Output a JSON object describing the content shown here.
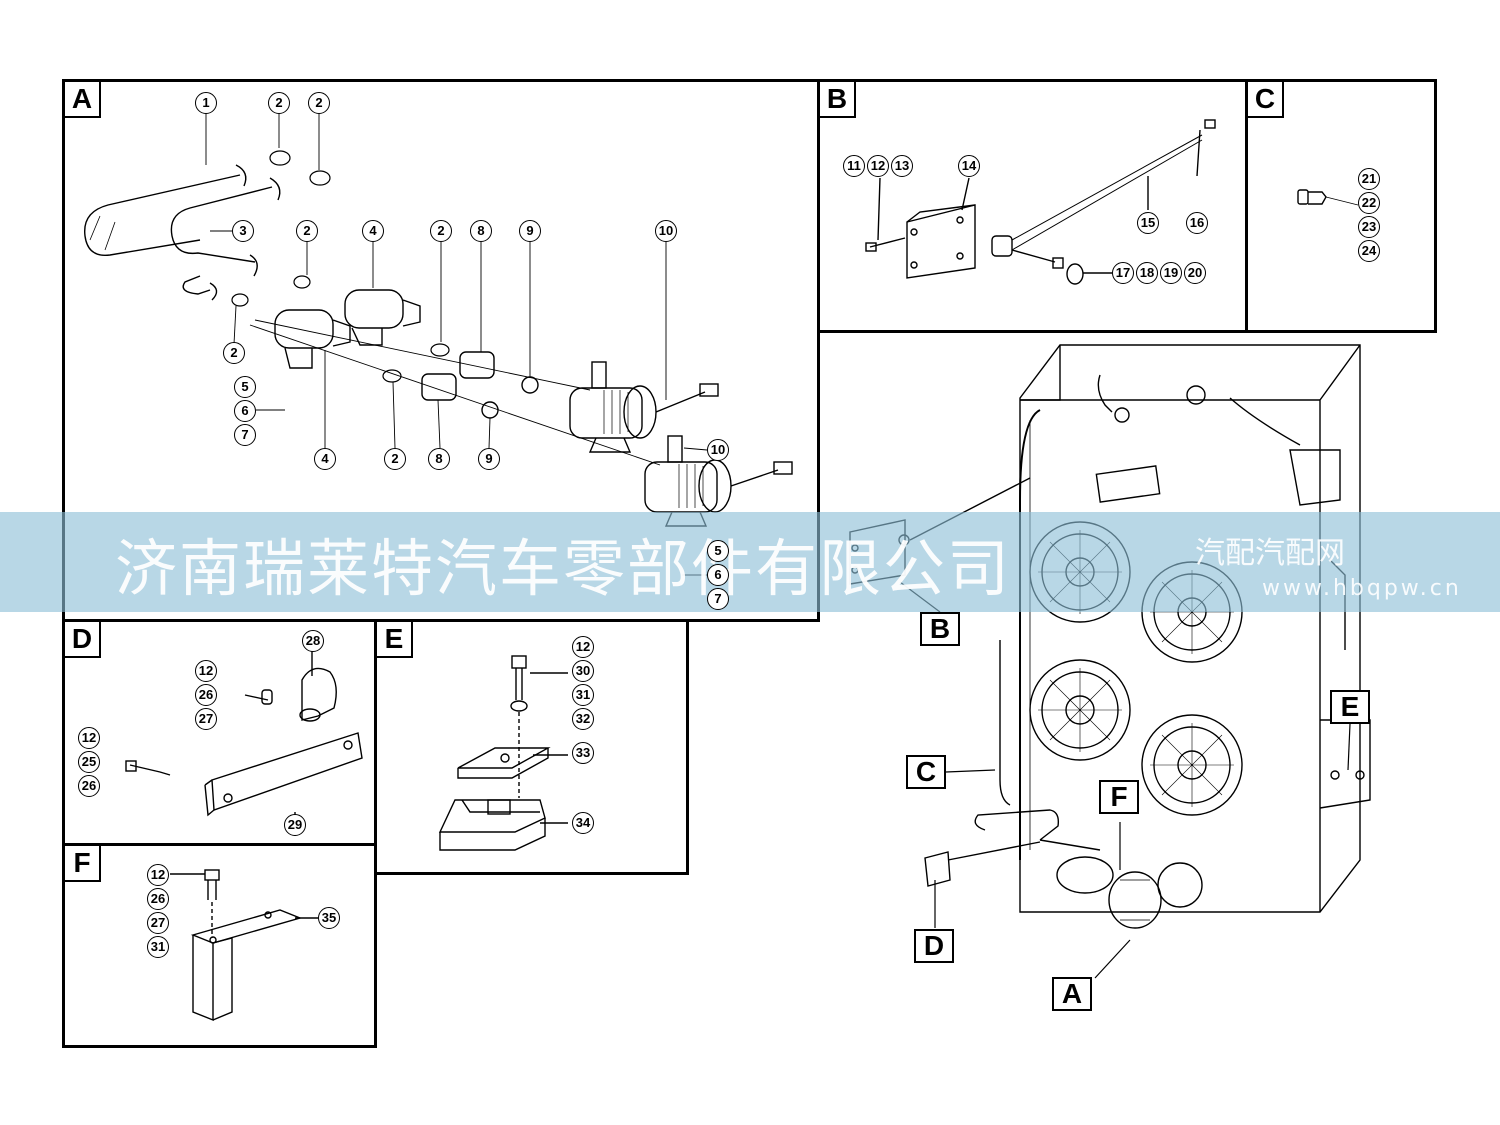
{
  "panels": {
    "A": {
      "letter": "A"
    },
    "B": {
      "letter": "B"
    },
    "C": {
      "letter": "C"
    },
    "D": {
      "letter": "D"
    },
    "E": {
      "letter": "E"
    },
    "F": {
      "letter": "F"
    }
  },
  "callouts": {
    "a1": "1",
    "a2a": "2",
    "a2b": "2",
    "a3": "3",
    "a2c": "2",
    "a4a": "4",
    "a2d": "2",
    "a8a": "8",
    "a9a": "9",
    "a10a": "10",
    "a2e": "2",
    "a5a": "5",
    "a6a": "6",
    "a7a": "7",
    "a4b": "4",
    "a2f": "2",
    "a8b": "8",
    "a9b": "9",
    "a10b": "10",
    "a5b": "5",
    "a6b": "6",
    "a7b": "7",
    "b11": "11",
    "b12": "12",
    "b13": "13",
    "b14": "14",
    "b15": "15",
    "b16": "16",
    "b17": "17",
    "b18": "18",
    "b19": "19",
    "b20": "20",
    "c21": "21",
    "c22": "22",
    "c23": "23",
    "c24": "24",
    "d28": "28",
    "d12a": "12",
    "d26a": "26",
    "d27": "27",
    "d12b": "12",
    "d25": "25",
    "d26b": "26",
    "d29": "29",
    "e12": "12",
    "e30": "30",
    "e31": "31",
    "e32": "32",
    "e33": "33",
    "e34": "34",
    "f12": "12",
    "f26": "26",
    "f27": "27",
    "f31": "31",
    "f35": "35"
  },
  "view_tags": {
    "B": "B",
    "C": "C",
    "D": "D",
    "E": "E",
    "F": "F",
    "A": "A"
  },
  "watermark": {
    "company": "济南瑞莱特汽车零部件有限公司",
    "site": "汽配汽配网",
    "url": "www.hbqpw.cn"
  }
}
